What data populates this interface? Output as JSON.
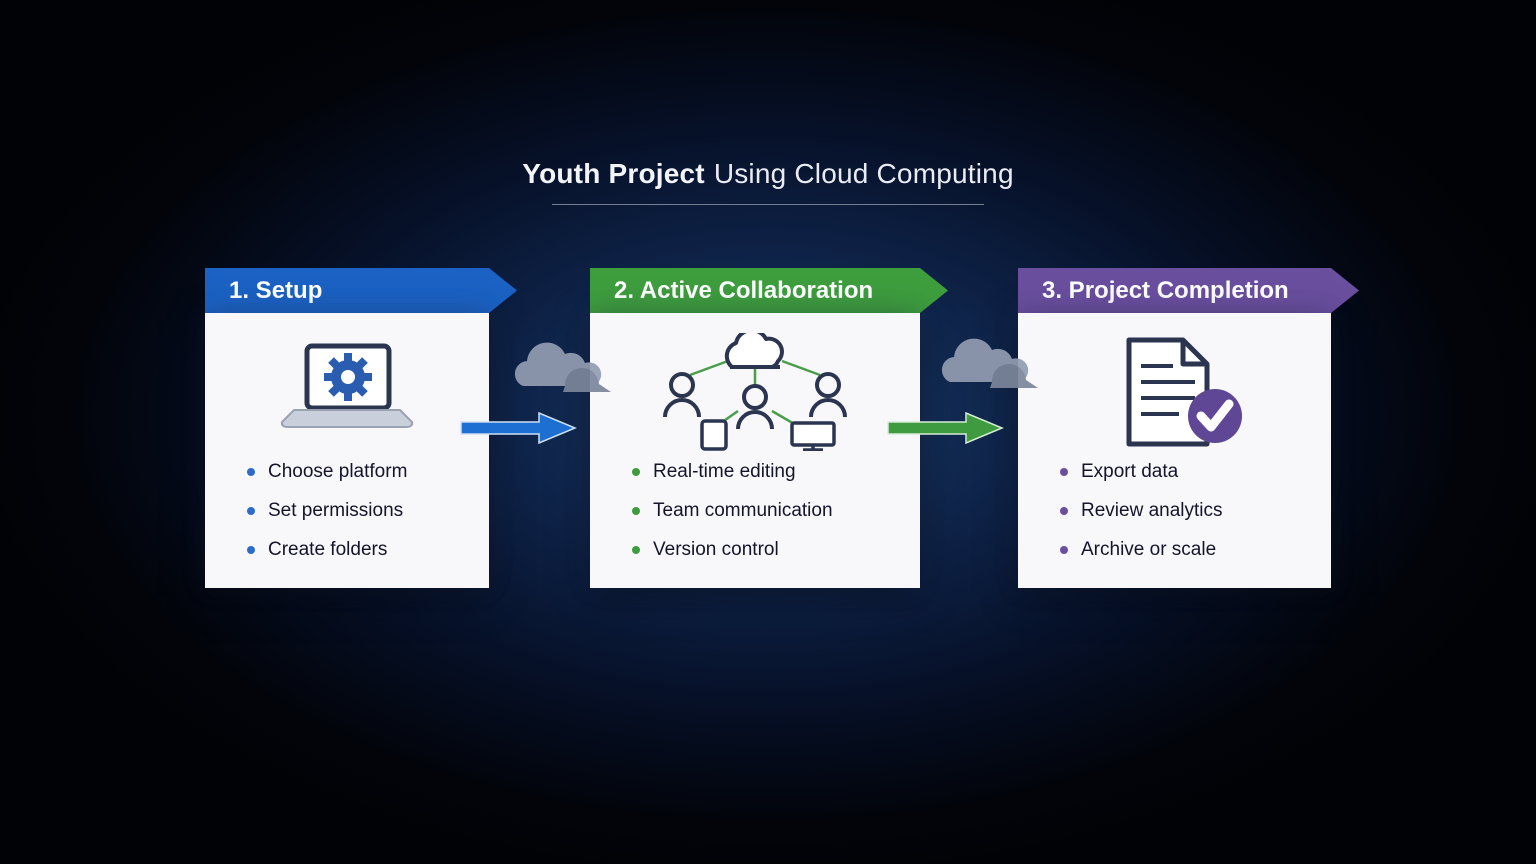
{
  "title": {
    "bold": "Youth Project",
    "rest": "Using Cloud Computing"
  },
  "colors": {
    "background": "#04060c",
    "center_glow": "#1a3a66",
    "card_background": "#f8f8fb",
    "step1_blue": "#1b62c4",
    "step2_green": "#3e9e3e",
    "step3_purple": "#6a4f9f",
    "arrow1_blue": "#1d6fd1",
    "arrow2_green": "#3f9b3f",
    "bullet_text": "#14142a",
    "title_text": "#f2f4f8"
  },
  "steps": [
    {
      "label": "1. Setup",
      "icon": "laptop-gear-icon",
      "color": "#1b62c4",
      "bullets": [
        "Choose platform",
        "Set permissions",
        "Create folders"
      ]
    },
    {
      "label": "2. Active Collaboration",
      "icon": "cloud-team-icon",
      "color": "#3e9e3e",
      "bullets": [
        "Real-time editing",
        "Team communication",
        "Version control"
      ]
    },
    {
      "label": "3. Project Completion",
      "icon": "document-check-icon",
      "color": "#6a4f9f",
      "bullets": [
        "Export data",
        "Review analytics",
        "Archive or scale"
      ]
    }
  ],
  "connectors": [
    {
      "icon": "cloud-icon",
      "arrow": "right-arrow-icon",
      "color": "#1d6fd1"
    },
    {
      "icon": "cloud-icon",
      "arrow": "right-arrow-icon",
      "color": "#3f9b3f"
    }
  ]
}
